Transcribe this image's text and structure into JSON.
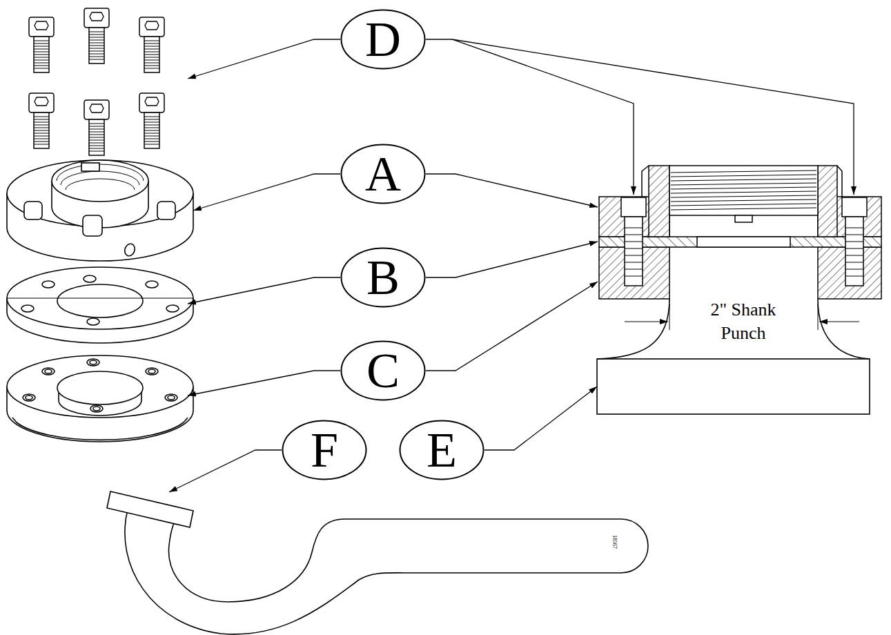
{
  "diagram": {
    "nodes": [
      {
        "text": [
          "D"
        ]
      },
      {
        "text": [
          "A"
        ]
      },
      {
        "text": [
          "B"
        ]
      },
      {
        "text": [
          "C"
        ]
      },
      {
        "text": [
          "F"
        ]
      },
      {
        "text": [
          "E"
        ]
      }
    ],
    "labels": [
      "2\" Shank Punch",
      "18567"
    ]
  }
}
